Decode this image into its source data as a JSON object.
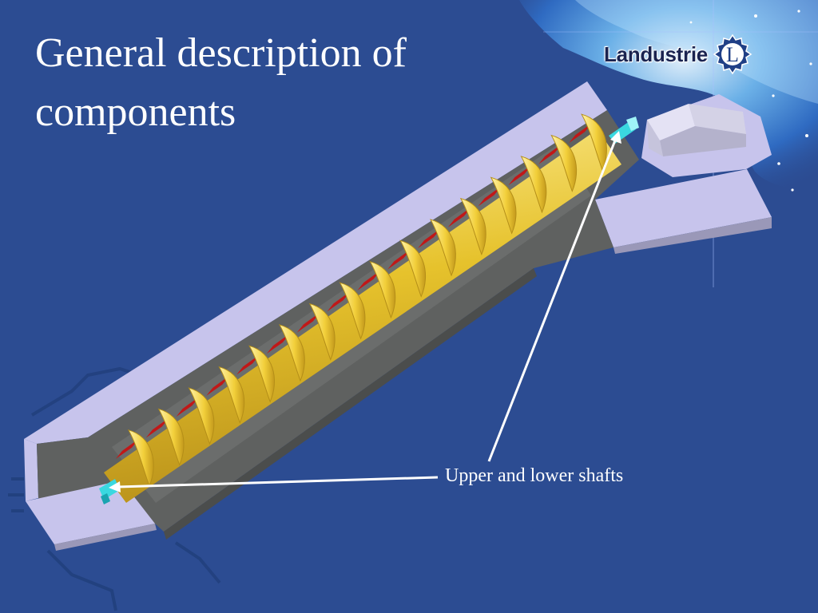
{
  "slide": {
    "title_line1": "General description of",
    "title_line2": "components",
    "logo_text": "Landustrie",
    "logo_letter": "L",
    "callout": "Upper and lower shafts"
  },
  "colors": {
    "background": "#2c4c92",
    "trough_top": "#c7c4ec",
    "trough_wall": "#5f6160",
    "screw_yellow": "#f0d040",
    "screw_red": "#c01818",
    "shaft_cyan": "#3ad8e0",
    "text": "#ffffff"
  }
}
